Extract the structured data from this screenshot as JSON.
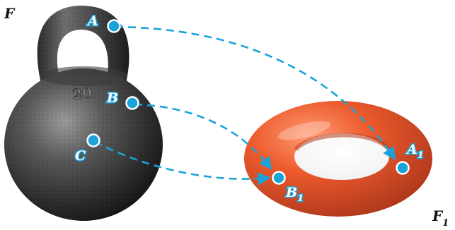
{
  "figure": {
    "source_label": "F",
    "target_label": "F",
    "target_label_sub": "1"
  },
  "points": {
    "A": {
      "label": "A",
      "image_label": "A",
      "image_sub": "1"
    },
    "B": {
      "label": "B",
      "image_label": "B",
      "image_sub": "1"
    },
    "C": {
      "label": "C"
    }
  },
  "kettlebell": {
    "engraving": "20"
  },
  "colors": {
    "arrow": "#1aa3d8",
    "point_fill": "#1aa3d8",
    "point_stroke": "#ffffff",
    "torus": "#e8542a",
    "kettlebell": "#3a3a3a"
  },
  "icons": {
    "kettlebell": "kettlebell-image",
    "torus": "torus-image"
  }
}
